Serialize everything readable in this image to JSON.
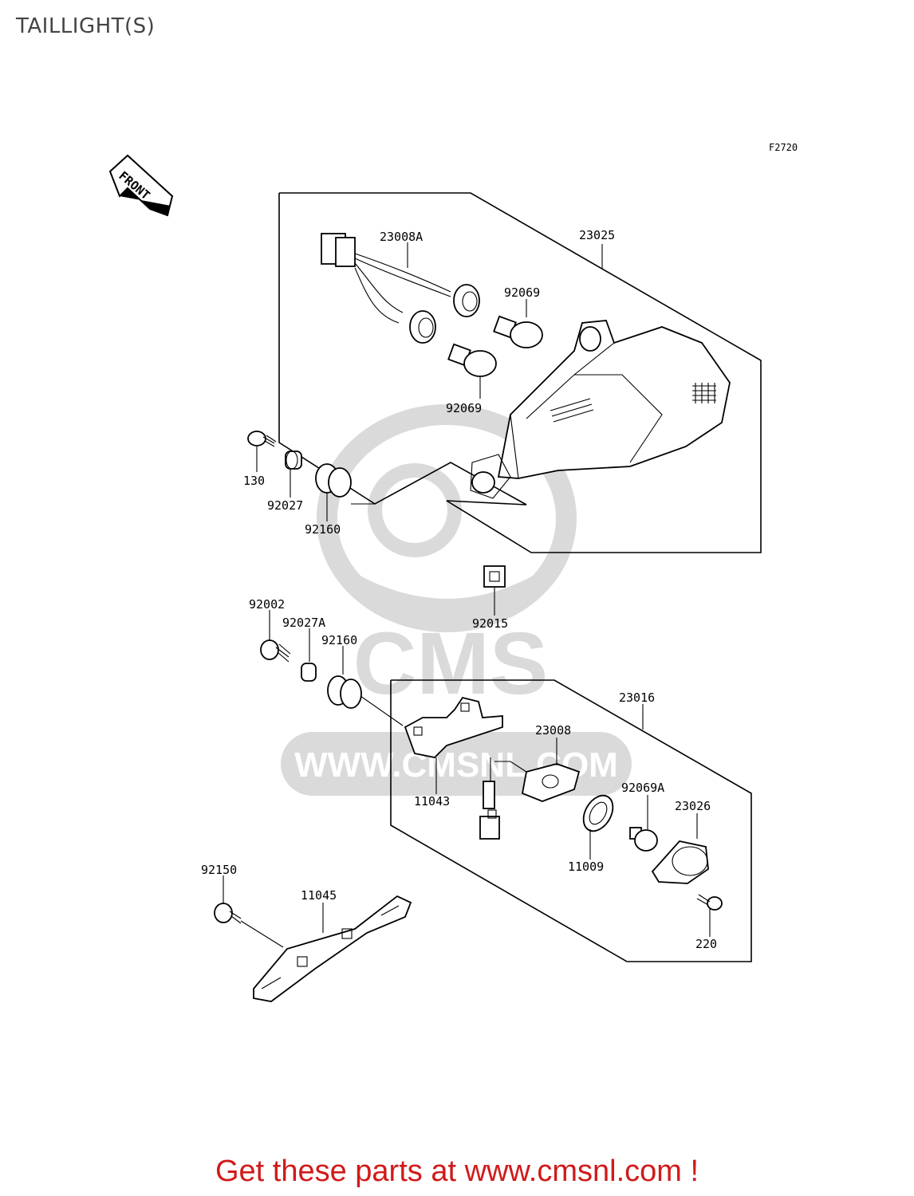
{
  "page": {
    "title": "TAILLIGHT(S)",
    "figure_code": "F2720",
    "front_marker": "FRONT",
    "footer": "Get these parts at www.cmsnl.com !"
  },
  "watermark": {
    "brand": "CMS",
    "url": "WWW.CMSNL.COM"
  },
  "parts": {
    "p23008A": "23008A",
    "p23025": "23025",
    "p92069_top": "92069",
    "p92069_bottom": "92069",
    "p130": "130",
    "p92027": "92027",
    "p92160_top": "92160",
    "p92015": "92015",
    "p92002": "92002",
    "p92027A": "92027A",
    "p92160_bottom": "92160",
    "p23016": "23016",
    "p23008": "23008",
    "p11043": "11043",
    "p92069A": "92069A",
    "p23026": "23026",
    "p11009": "11009",
    "p92150": "92150",
    "p11045": "11045",
    "p220": "220"
  },
  "colors": {
    "footer": "#d11a1a",
    "watermark": "#d9d9d9",
    "line": "#000000"
  }
}
